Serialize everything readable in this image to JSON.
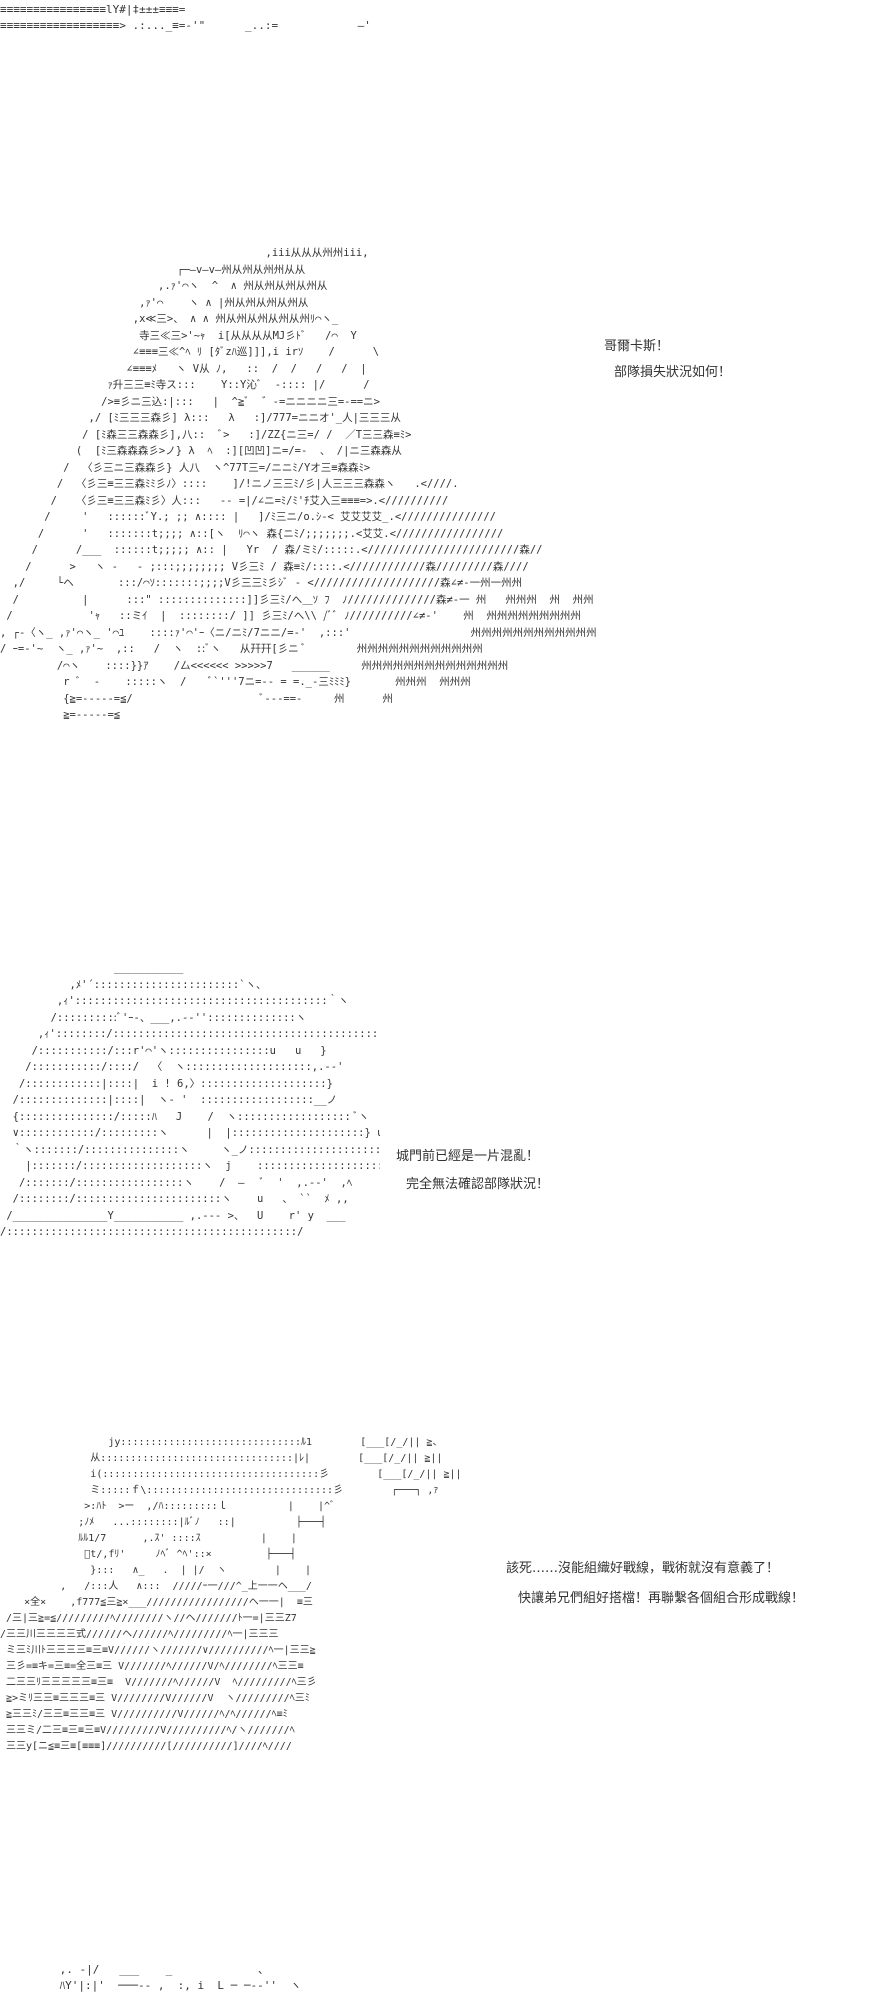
{
  "top_strip": "≡≡≡≡≡≡≡≡≡≡≡≡≡≡≡≡lY#|‡±±±≡≡≡=\n≡≡≡≡≡≡≡≡≡≡≡≡≡≡≡≡≡≡> .:..._≡=‐'\"      _..:=            ―'",
  "panels": [
    {
      "art": "                                          ,iii从从从州州iii,\n                            ┌─―v―v―州从州从州州从从\n                         ,.ｧ'⌒ヽ  ^  ∧ 州从州从州从州从\n                      ,ｧ'⌒    ヽ ∧ |州从州从州从州从\n                     ,x≪三>、 ∧ ∧ 州从州从州从州从州ﾘ⌒ヽ_\n                      寺三≪三>'~ｬ  i[从从从从MJ彡ﾄﾞ   /⌒  Y\n                     ∠≡≡≡三≪^ﾍ ﾘ [ﾀﾞzﾊ巡]]],i irｿ    /      \\\n                    ∠≡≡≡ﾒ   ヽ V从 ﾉ,   ::  /  /   /   /  |\n                 ｧ升三三≡ﾐ寺ス:::    Y::Y沁ﾞ  ‐:::: |/      /\n                />≡彡ニ三込:|:::   |  ^≧ﾞ  ゛-=ニニニニ三=‐==ニ>\n              ,/ [ﾐ三三三森彡] λ:::   λ   :]/777=ニニオ'_人|三三三从\n             / [ﾐ森三三森森彡],八::  ﾞ>   :]/ZZ{ニ三=/ /  ／T三三森≡ﾐ>\n            (  [ﾐ三森森森彡>ノ} λ  ﾍ  :][凹凹]ニ=/=‐  、 /|ニ三森森从\n          /  〈彡三ニ三森森彡} 人八  ヽ^77T三=/ニニﾐ/Yオ三≡森森ﾐ>\n         /  〈彡三≡三三森ﾐﾐ彡ﾉ〉::::    ]/!ニノ三三ﾐ/彡|人三三三森森ヽ   .<////.\n        /   〈彡三≡三三森ﾐ彡〉人:::   ‐‐ =|/∠ニ=ﾐ/ﾐ'ﾁ艾入三≡≡≡=>.<//////////\n       /     '   ::::::ﾞY.; ;; ∧:::: |   ]/ﾐ三ニ/o.ｼ-< 艾艾艾艾_.<///////////////\n      /      '   :::::::t;;;; ∧::[ヽ  ﾘ⌒ヽ 森{ニﾐ/;;;;;;;.<艾艾.</////////////////\n     /      /___  ::::::t;;;;; ∧:: |   Yr  / 森/ミﾐ/:::::.<////////////////////////森//\n    /      >   ヽ -   - ;:::;;;;;;;; V彡三ﾐ / 森≡ﾐ/::::.<////////////森/////////森////\n  ,/     └ヘ       :::/⌒ｿ:::::::;;;;V彡三三ﾐ彡ｼﾞ ‐ <////////////////////森∠≠‐一州一州州\n  /          |      :::\" ::::::::::::::]]彡三ﾐ/へ＿ｿ ﾌ  ﾉ//////////////森≠‐一 州   州州州  州  州州\n /            'ｬ   ::ミｲ  |  ::::::::/ ]] 彡三ﾐ/へ\\\\ /ﾞﾞ ﾉ//////////∠≠‐'    州  州州州州州州州州州\n, ┌‐〈ヽ_ ,ｧ'⌒ヽ_ '⌒ﾕ    ::::ｧ'⌒'ｰ〈ニ/ニﾐ/7ニニ/=‐'  ,:::'                   州州州州州州州州州州州州\n/ ｰ=-'~  ヽ_ ,ｧ'~  ,::   /  ヽ  ::ﾞヽ   从幵幵[彡ニ ﾞ        州州州州州州州州州州州州\n         /⌒ヽ    ::::}}ｱ    /厶<<<<<< >>>>>7   ______     州州州州州州州州州州州州州州\n          r ﾞ  -    :::::ヽ  /    ﾞ`'''7ニ=-‐ = =._-三ﾐﾐﾐ}       州州州  州州州\n          {≧=‐‐‐‐‐=≦/                    ﾞ‐‐‐==‐     州      州\n          ≧=‐‐‐‐‐=≦",
      "lines": [
        "哥爾卡斯！",
        "部隊損失狀況如何！"
      ]
    },
    {
      "art": "                  ___________\n           ,ﾒ'´:::::::::::::::::::::::`ヽ、\n         ,ｨ'::::::::::::::::::::::::::::::::::::::::｀ヽ\n        /::::::::::ﾞ'ｰ-、___,.-‐''::::::::::::::ヽ\n      ,ｨ'::::::::/:::::::::::::::::::::::::::::::::::::::::::ヽ\n     /:::::::::::/:::r'⌒'ヽ::::::::::::::::u   u   }\n    /:::::::::::/::::/  〈  ヽ::::::::::::::::::::,.-‐'\n   /::::::::::::|::::|  i ! 6,〉::::::::::::::::::::}\n  /::::::::::::::|::::|  ヽ- '  ::::::::::::::::::__ノ\n  {:::::::::::::::/:::::ﾊ   J    /  ヽ:::::::::::::::::: ﾞヽ\n  ∨::::::::::::/:::::::::ヽ      |  |:::::::::::::::::::::} u\n  ｀ヽ:::::::/:::::::::::::::ヽ     ヽ_ノ::::::::::::::::::::::|  z\n    |:::::::/:::::::::::::::::::ヽ  j    ::::::::::::::::::::::,〈 ✓\n   /:::::::/:::::::::::::::::ヽ    /  ―   ﾞ  '  ,.-‐'  ,ﾍ\n  /::::::::/:::::::::::::::::::::::ヽ    u   、 ``  ﾒ ,, \n /_______________Y___________ ,.-‐‐ >、  U    r' y  ___\n/::::::::::::::::::::::::::::::::::::::::::::::/",
      "lines": [
        "城門前已經是一片混亂！",
        "完全無法確認部隊狀況！"
      ]
    },
    {
      "art": "                  jy::::::::::::::::::::::::::::::ﾙ1        [___[/_/|| ≧、\n               从::::::::::::::::::::::::::::::::|ﾚ|        [___[/_/|| ≧||\n               i(::::::::::::::::::::::::::::::::::::彡        [___[/_/|| ≧||\n               ミ:::::ｆ\\:::::::::::::::::::::::::::::::彡        ┌───┐ ,ｧ\n              >:ﾊﾄ  >ー  ,/ﾊ:::::::::ｌ          |    |^ﾞ\n             ;ﾉﾒ   ...::::::::|ﾙﾞﾉ   ::|          ├───┤\n             ﾙﾙ1/7      ,.ｽ' ::::ｽ          |    |\n              ﾞt/,fﾘ'     ﾉﾍﾞ ^ﾍ'::×         ├───┤\n               }:::   ∧_   .  | |/  ヽ        |    |\n          ,   /:::人   ∧:::  /////ｰ一///^_上一一ヘ___/\n    ×全×    ,f777≦三≧×___/////////////////ヘ一一|  ≡三\n /三|三≧=≦/////////ﾍ////////ヽ//ヘ///////ﾄ一=|三三Z7\n/三三川三三三三式//////ヘ//////ﾍ/////////ﾍ一|三三三\n ミ三ﾐ川ﾄ三三三三≡三≡V//////ヽ///////∨//////////ﾍ一|三三≧\n 三彡=≡キ=三≡=全三≡三 V///////ﾍ//////V/ﾍ////////ﾍ三三≡\n 二三三ﾘ三三三三三≡三≡  V///////ﾍ//////V  ﾍ/////////ﾍ三彡\n ≧>ミﾘ三三≡三三三≡三 V////////V//////V  ヽ/////////ﾍ三ﾐ\n ≧三三ﾐ/三三≡三三≡三 V//////////V//////ﾍ/ﾍ//////ﾍ≡ﾐ\n 三三ミ/二三≡三≡三≡V/////////V//////////ﾍ/ヽ///////ﾍ\n 三三y[ニ≦≡三≡[≡≡≡]//////////[//////////]////ﾍ////",
      "lines": [
        "該死……沒能組織好戰線，戰術就沒有意義了！",
        "快讓弟兄們組好搭檔！再聯繫各個組合形成戰線！"
      ]
    }
  ],
  "bottom_strip": "         ,. -|/   ___    _             ､\n         ﾊY'|:|'  ───‐‐ ,  :, i  L ─ ─‐‐''  ヽ"
}
